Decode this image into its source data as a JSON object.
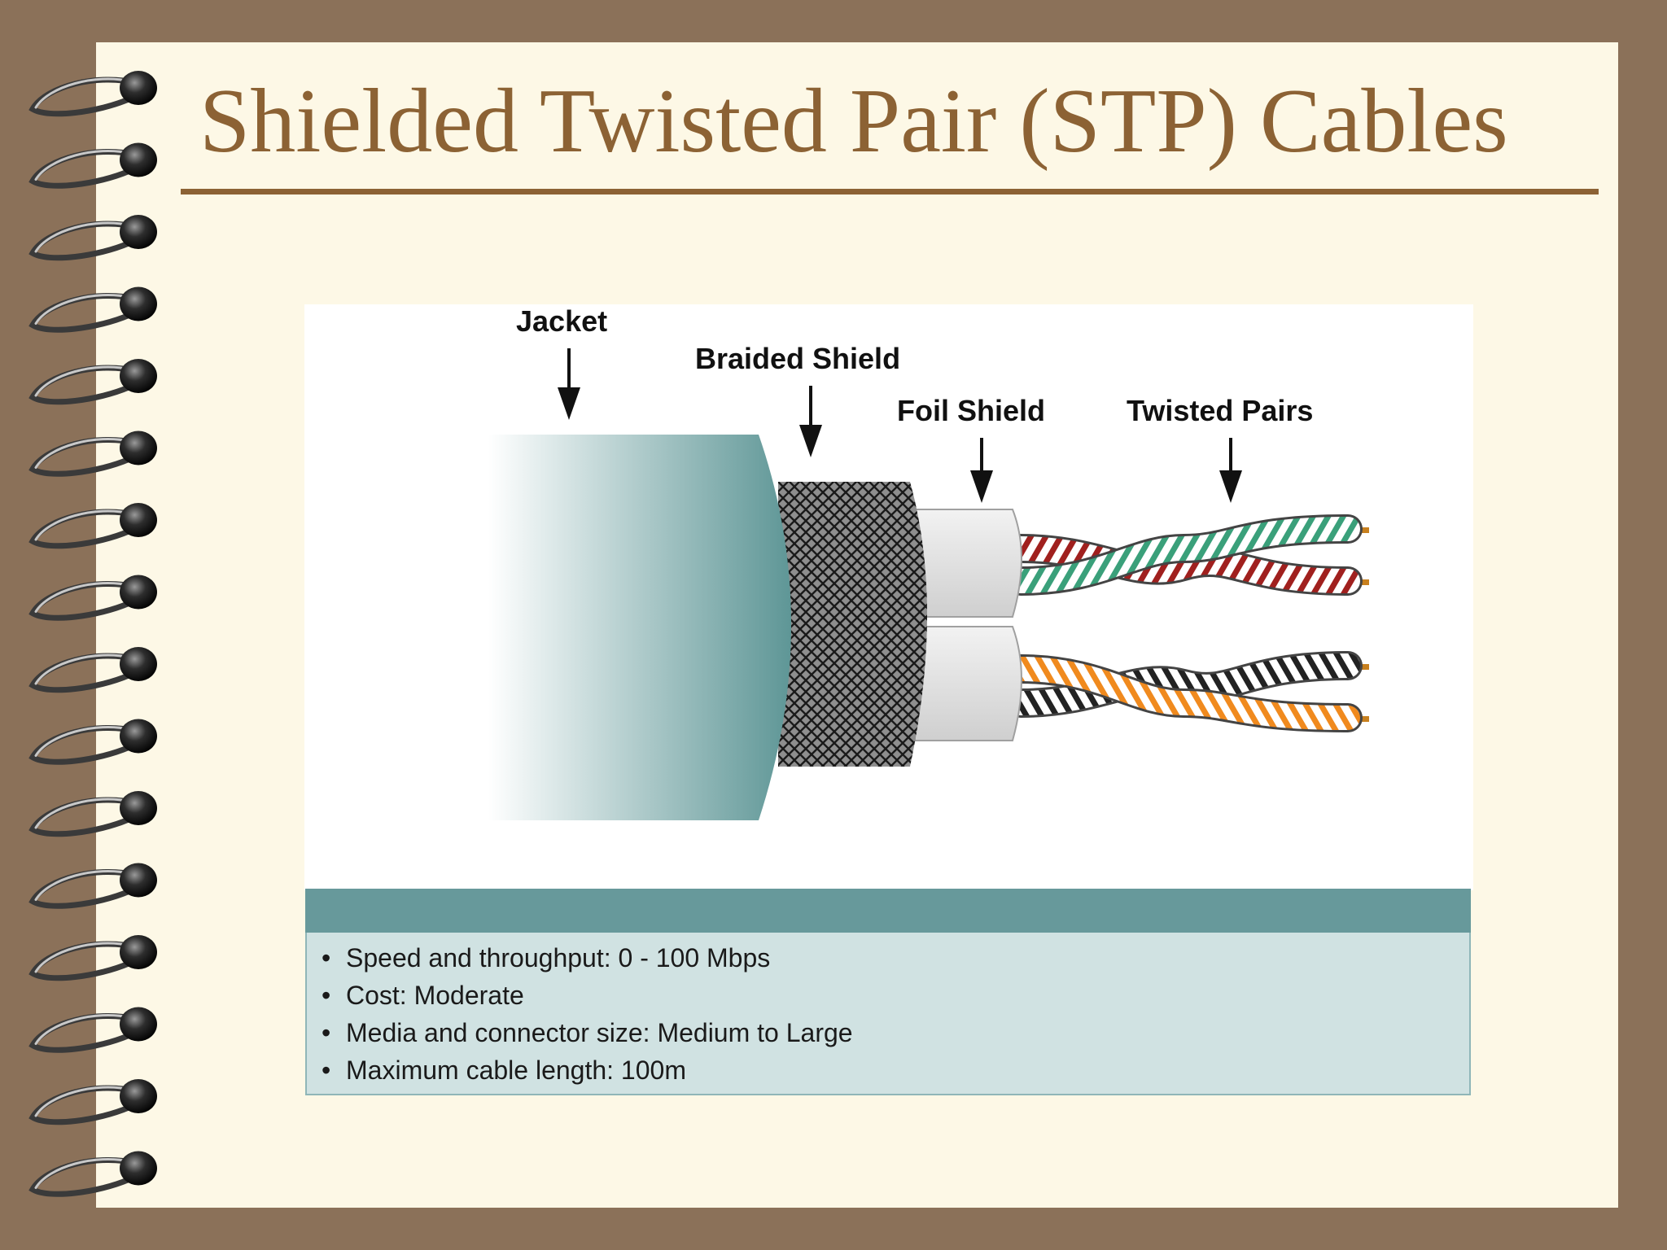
{
  "slide": {
    "title": "Shielded Twisted Pair (STP) Cables",
    "title_color": "#8c6234",
    "frame_color": "#8b7159",
    "paper_color": "#fdf8e6"
  },
  "diagram": {
    "labels": {
      "jacket": "Jacket",
      "braided_shield": "Braided Shield",
      "foil_shield": "Foil Shield",
      "twisted_pairs": "Twisted Pairs"
    },
    "colors": {
      "jacket": "#67999b",
      "pair1_a": "#3aa07a",
      "pair1_b": "#a0201e",
      "pair2_a": "#222222",
      "pair2_b": "#f08a1e",
      "conductor": "#c8801e"
    }
  },
  "specs": {
    "bullet": "•",
    "items": [
      "Speed and throughput: 0 - 100 Mbps",
      "Cost: Moderate",
      "Media and connector size:  Medium to Large",
      "Maximum cable length:  100m"
    ]
  }
}
